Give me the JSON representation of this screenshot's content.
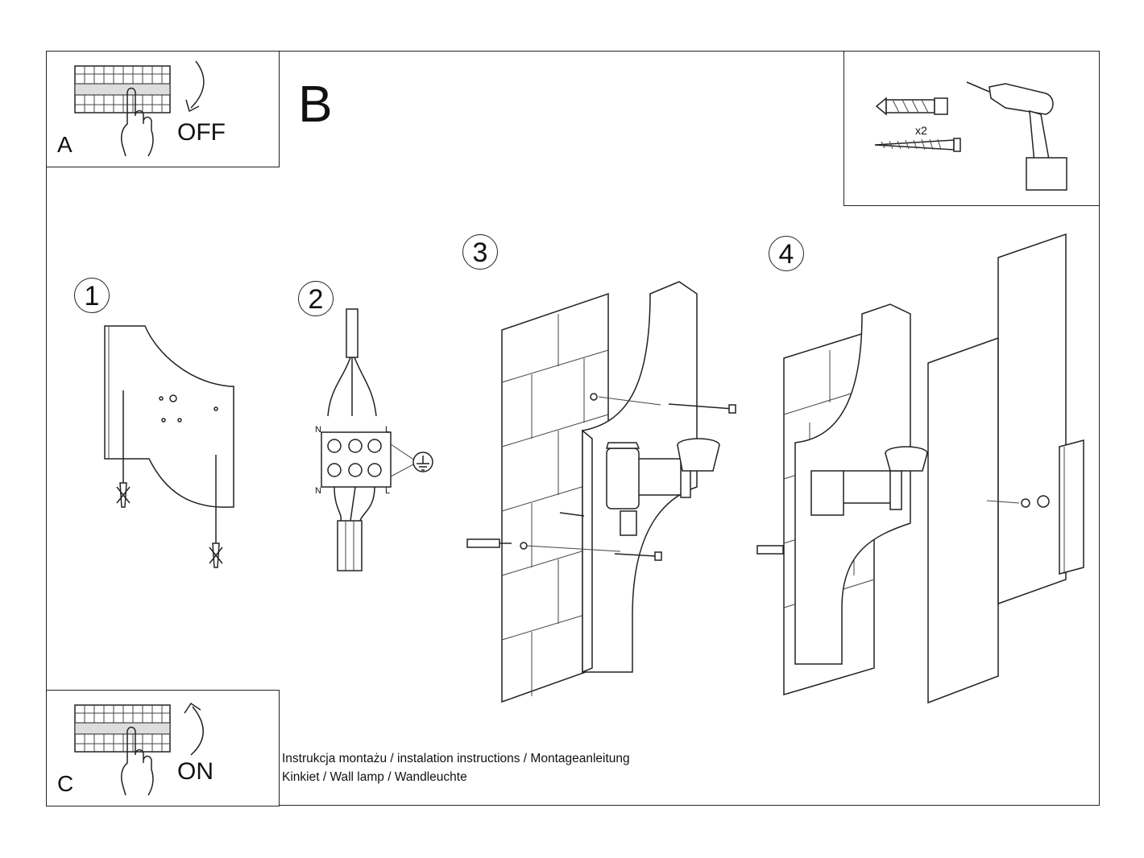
{
  "panel_a": {
    "letter": "A",
    "state": "OFF"
  },
  "panel_b": {
    "letter": "B",
    "hardware_qty": "x2"
  },
  "panel_c": {
    "letter": "C",
    "state": "ON"
  },
  "steps": [
    "1",
    "2",
    "3",
    "4"
  ],
  "wiring": {
    "top_left": "N",
    "top_right": "L",
    "bottom_left": "N",
    "bottom_right": "L"
  },
  "caption": {
    "line1": "Instrukcja montażu / instalation instructions / Montageanleitung",
    "line2": "Kinkiet / Wall lamp / Wandleuchte"
  },
  "icons": [
    "breaker-panel-icon",
    "hand-icon",
    "curved-arrow-down-icon",
    "curved-arrow-up-icon",
    "wall-plug-icon",
    "screw-icon",
    "drill-icon",
    "earth-ground-icon"
  ]
}
